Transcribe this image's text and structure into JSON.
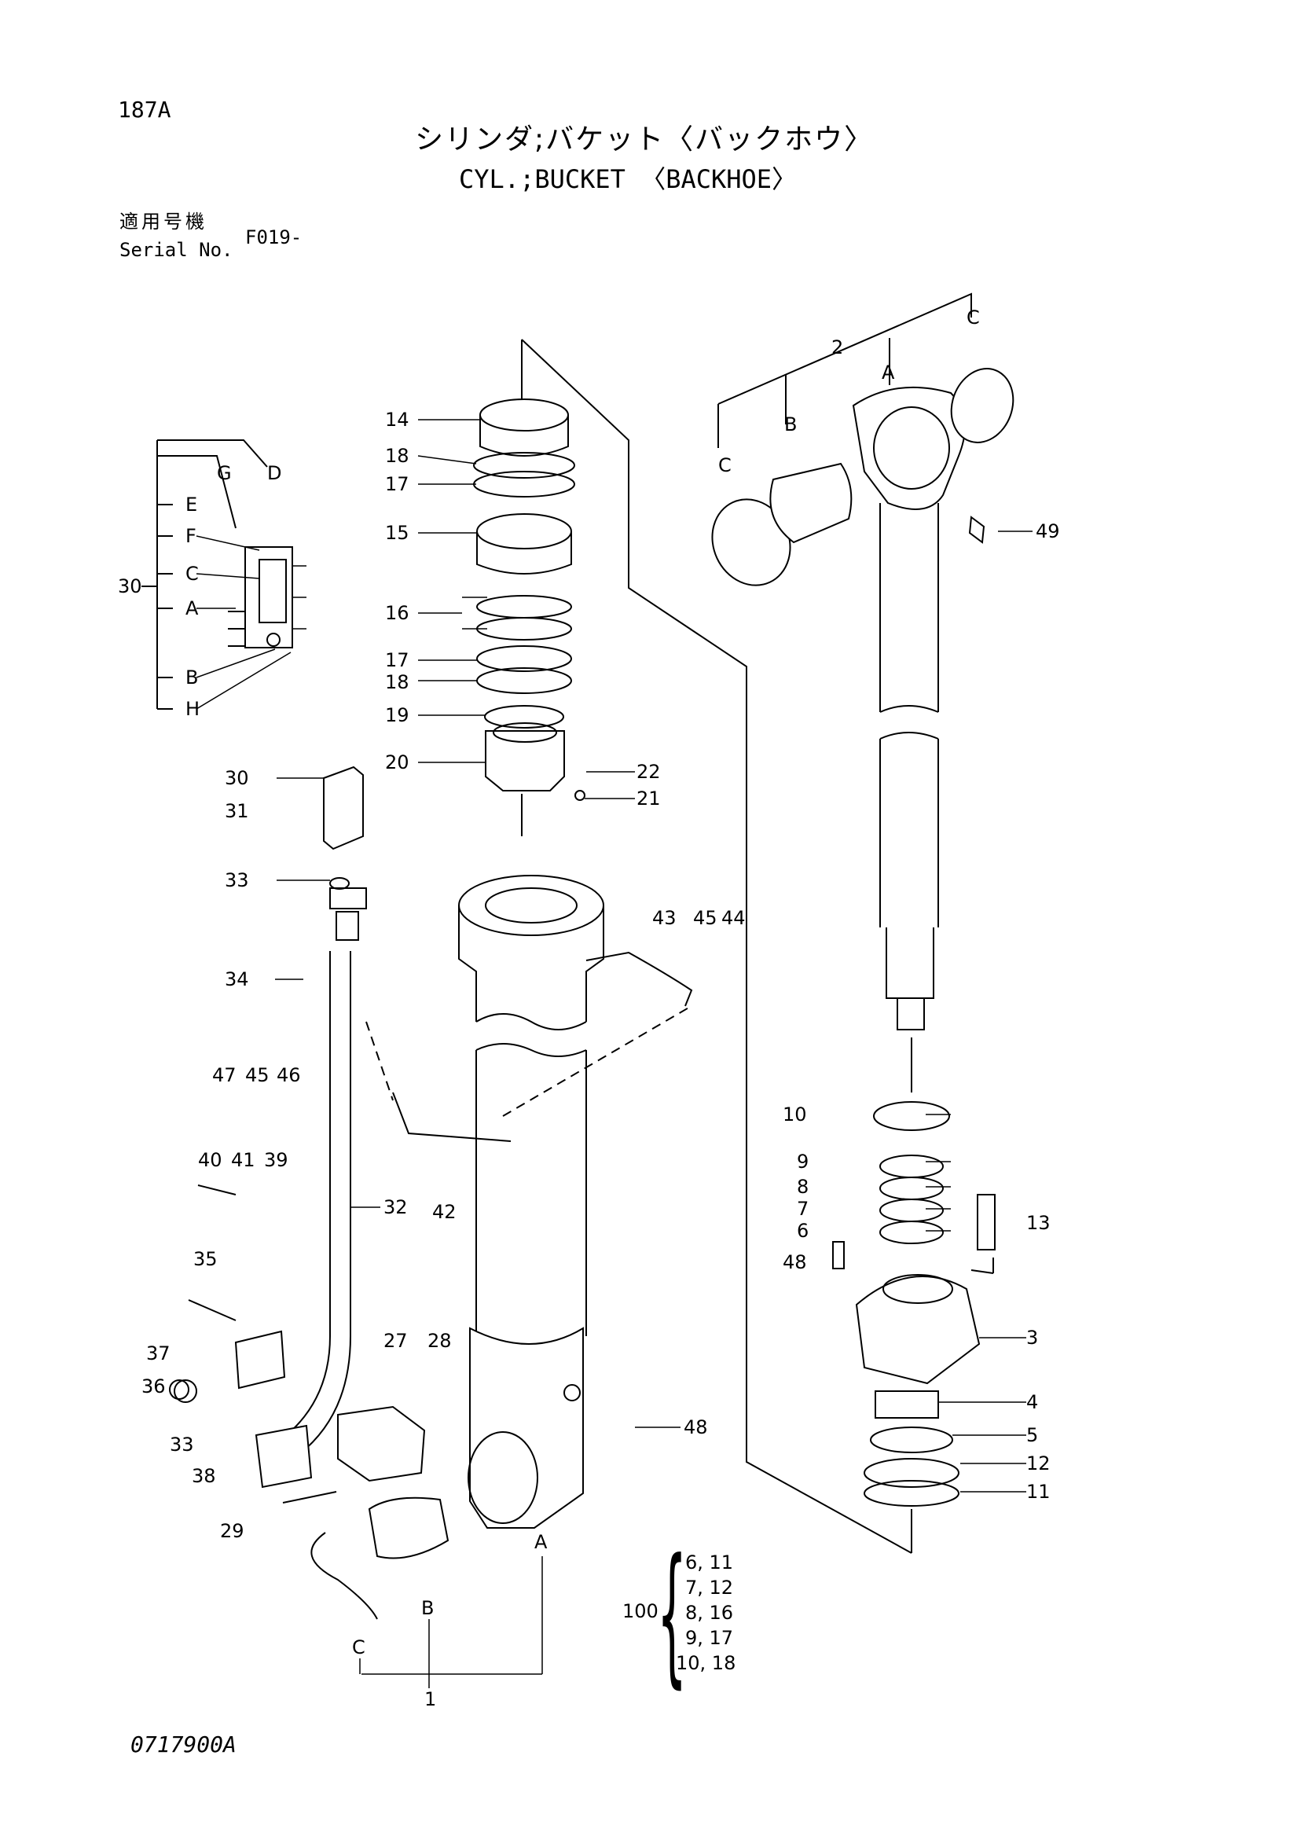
{
  "header": {
    "page_code": "187A",
    "title_jp": "シリンダ;バケット〈バックホウ〉",
    "title_en": "CYL.;BUCKET 〈BACKHOE〉",
    "serial_label_jp": "適用号機",
    "serial_label_en": "Serial No.",
    "serial_value": "F019-"
  },
  "footer": {
    "drawing_no": "0717900A"
  },
  "callouts": [
    {
      "id": "c14",
      "text": "14"
    },
    {
      "id": "c18a",
      "text": "18"
    },
    {
      "id": "c17a",
      "text": "17"
    },
    {
      "id": "c15",
      "text": "15"
    },
    {
      "id": "c16",
      "text": "16"
    },
    {
      "id": "c17b",
      "text": "17"
    },
    {
      "id": "c18b",
      "text": "18"
    },
    {
      "id": "c19",
      "text": "19"
    },
    {
      "id": "c20",
      "text": "20"
    },
    {
      "id": "c22",
      "text": "22"
    },
    {
      "id": "c21",
      "text": "21"
    },
    {
      "id": "c30a",
      "text": "30"
    },
    {
      "id": "cG",
      "text": "G"
    },
    {
      "id": "cD",
      "text": "D"
    },
    {
      "id": "cE",
      "text": "E"
    },
    {
      "id": "cF",
      "text": "F"
    },
    {
      "id": "cC1",
      "text": "C"
    },
    {
      "id": "cA1",
      "text": "A"
    },
    {
      "id": "cB1",
      "text": "B"
    },
    {
      "id": "cH",
      "text": "H"
    },
    {
      "id": "c30b",
      "text": "30"
    },
    {
      "id": "c31",
      "text": "31"
    },
    {
      "id": "c33a",
      "text": "33"
    },
    {
      "id": "c34",
      "text": "34"
    },
    {
      "id": "c47",
      "text": "47"
    },
    {
      "id": "c45a",
      "text": "45"
    },
    {
      "id": "c46",
      "text": "46"
    },
    {
      "id": "c43",
      "text": "43"
    },
    {
      "id": "c45b",
      "text": "45"
    },
    {
      "id": "c44",
      "text": "44"
    },
    {
      "id": "c42",
      "text": "42"
    },
    {
      "id": "c40",
      "text": "40"
    },
    {
      "id": "c41",
      "text": "41"
    },
    {
      "id": "c39",
      "text": "39"
    },
    {
      "id": "c32",
      "text": "32"
    },
    {
      "id": "c35",
      "text": "35"
    },
    {
      "id": "c37",
      "text": "37"
    },
    {
      "id": "c36",
      "text": "36"
    },
    {
      "id": "c27",
      "text": "27"
    },
    {
      "id": "c28",
      "text": "28"
    },
    {
      "id": "c33b",
      "text": "33"
    },
    {
      "id": "c38",
      "text": "38"
    },
    {
      "id": "c29",
      "text": "29"
    },
    {
      "id": "c48a",
      "text": "48"
    },
    {
      "id": "cA2",
      "text": "A"
    },
    {
      "id": "cB2",
      "text": "B"
    },
    {
      "id": "cC2",
      "text": "C"
    },
    {
      "id": "c1",
      "text": "1"
    },
    {
      "id": "c2",
      "text": "2"
    },
    {
      "id": "cA3",
      "text": "A"
    },
    {
      "id": "cB3",
      "text": "B"
    },
    {
      "id": "cC3",
      "text": "C"
    },
    {
      "id": "cC4",
      "text": "C"
    },
    {
      "id": "c49",
      "text": "49"
    },
    {
      "id": "c10",
      "text": "10"
    },
    {
      "id": "c9",
      "text": "9"
    },
    {
      "id": "c8",
      "text": "8"
    },
    {
      "id": "c7",
      "text": "7"
    },
    {
      "id": "c6",
      "text": "6"
    },
    {
      "id": "c48b",
      "text": "48"
    },
    {
      "id": "c13",
      "text": "13"
    },
    {
      "id": "c3",
      "text": "3"
    },
    {
      "id": "c4",
      "text": "4"
    },
    {
      "id": "c5",
      "text": "5"
    },
    {
      "id": "c12",
      "text": "12"
    },
    {
      "id": "c11",
      "text": "11"
    }
  ],
  "kit": {
    "number": "100",
    "rows": [
      "6, 11",
      "7, 12",
      "8, 16",
      "9, 17",
      "10, 18"
    ]
  }
}
